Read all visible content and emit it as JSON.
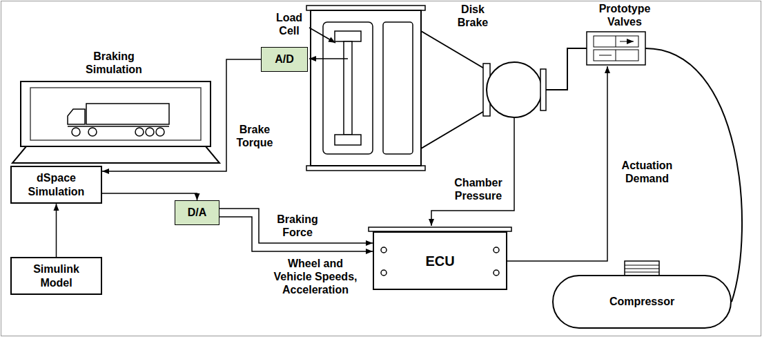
{
  "diagram": {
    "nodes": [
      {
        "text": [
          "dSpace Simulation"
        ]
      },
      {
        "text": [
          "Simulink Model"
        ]
      },
      {
        "text": [
          "A/D"
        ]
      },
      {
        "text": [
          "D/A"
        ]
      },
      {
        "text": [
          "ECU"
        ]
      },
      {
        "text": [
          "Compressor"
        ]
      }
    ],
    "edges": [
      {
        "from": 1,
        "to": 0,
        "arrow": "to"
      },
      {
        "from": 2,
        "to": 0,
        "label": "Brake Torque",
        "arrow": "to"
      },
      {
        "from": 0,
        "to": 3,
        "arrow": "to"
      },
      {
        "from": 3,
        "to": 4,
        "label": "Braking Force",
        "arrow": "to"
      },
      {
        "from": 3,
        "to": 4,
        "label": "Wheel and Vehicle Speeds, Acceleration",
        "arrow": "to"
      }
    ],
    "labels": [
      "Braking Simulation",
      "Load Cell",
      "Disk Brake",
      "Prototype Valves",
      "Chamber Pressure",
      "Actuation Demand"
    ]
  }
}
